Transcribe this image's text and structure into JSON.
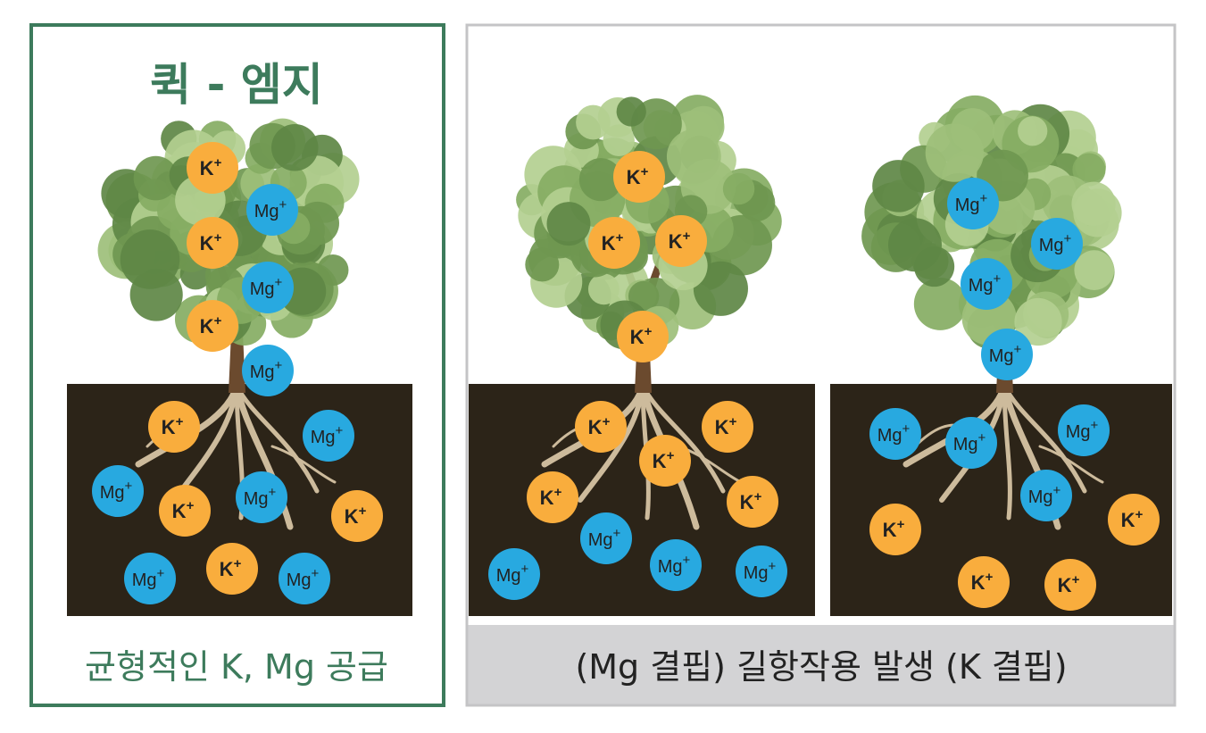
{
  "left_panel": {
    "title": "퀵 - 엠지",
    "caption": "균형적인 K, Mg 공급"
  },
  "right_panel": {
    "caption": "(Mg 결핍) 길항작용 발생 (K 결핍)"
  },
  "ions": {
    "K": {
      "label": "K",
      "charge": "+",
      "color": "#f9ad3d"
    },
    "Mg": {
      "label": "Mg",
      "charge": "+",
      "color": "#28a9e0"
    }
  },
  "colors": {
    "green_border": "#3d7b5c",
    "gray_border": "#c4c4c6",
    "caption_bar": "#d3d3d5",
    "soil": "#2c2418"
  }
}
